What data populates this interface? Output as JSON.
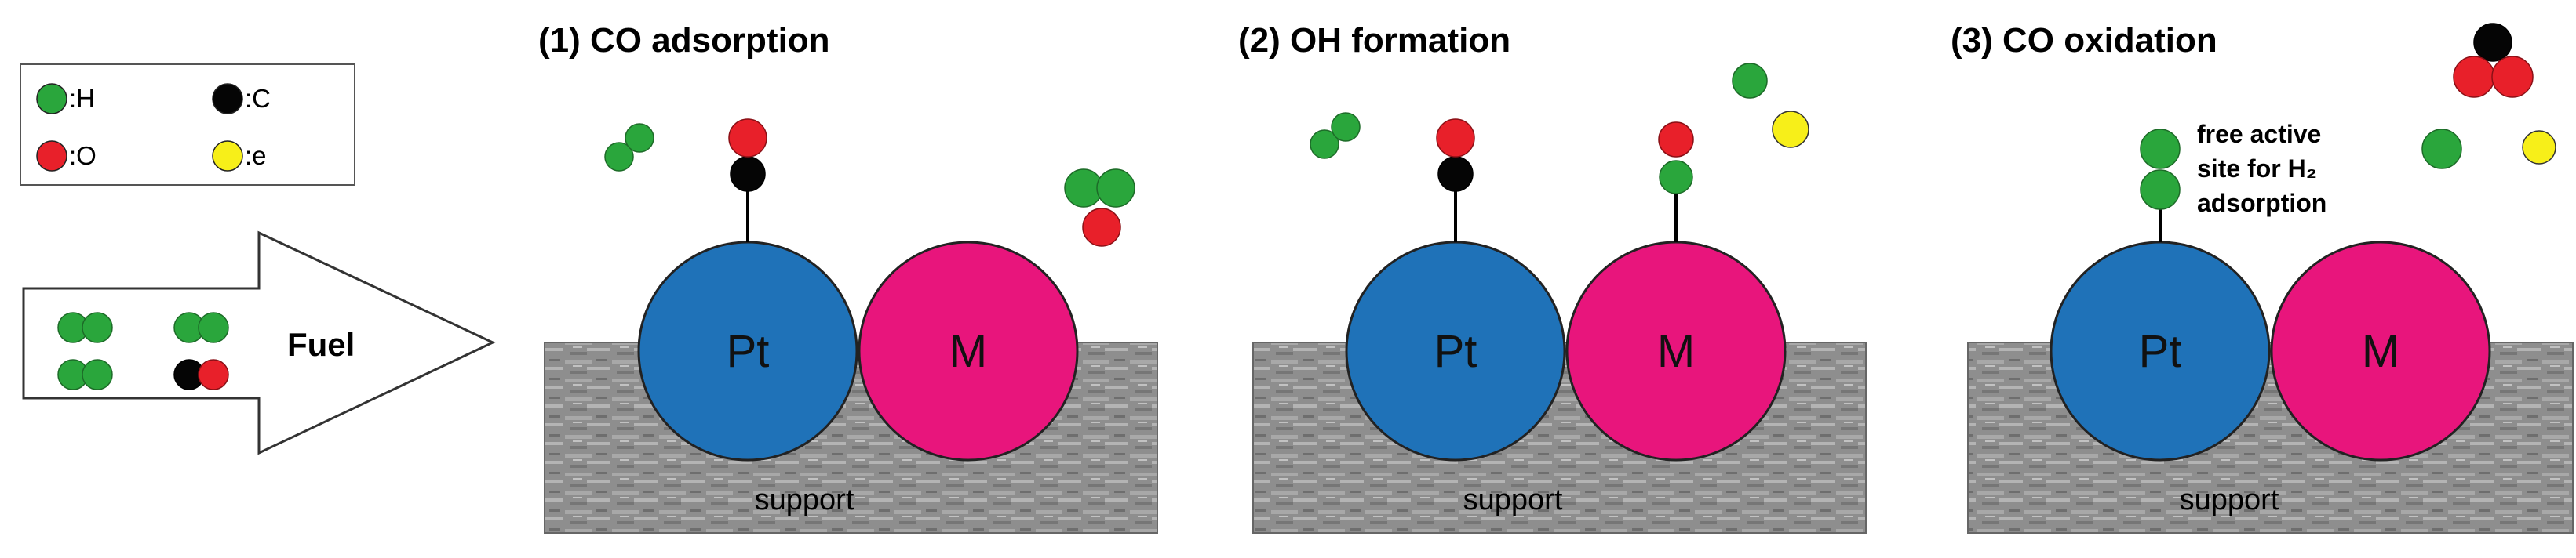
{
  "legend": {
    "items": [
      {
        "symbol": "H",
        "label": ":H",
        "color": "#2aa63c"
      },
      {
        "symbol": "C",
        "label": ":C",
        "color": "#050505"
      },
      {
        "symbol": "O",
        "label": ":O",
        "color": "#e8202a"
      },
      {
        "symbol": "e",
        "label": ":e",
        "color": "#f7ef19"
      }
    ]
  },
  "fuel": {
    "label": "Fuel",
    "molecules": [
      "H2",
      "H2",
      "H2",
      "CO"
    ]
  },
  "panels": [
    {
      "title": "(1) CO adsorption",
      "metal_labels": [
        "Pt",
        "M"
      ],
      "support_label": "support",
      "annotation": []
    },
    {
      "title": "(2) OH formation",
      "metal_labels": [
        "Pt",
        "M"
      ],
      "support_label": "support",
      "annotation": []
    },
    {
      "title": "(3) CO oxidation",
      "metal_labels": [
        "Pt",
        "M"
      ],
      "support_label": "support",
      "annotation": [
        "free active",
        "site for H₂",
        "adsorption"
      ]
    }
  ],
  "colors": {
    "pt": "#1f72b8",
    "m": "#e8157c",
    "support": "#8c8c8c",
    "H": "#2aa63c",
    "O": "#e8202a",
    "C": "#050505",
    "e": "#f7ef19"
  }
}
